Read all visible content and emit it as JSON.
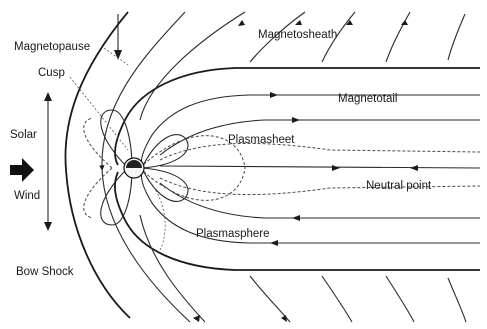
{
  "labels": {
    "magnetosheath": "Magnetosheath",
    "magnetopause": "Magnetopause",
    "cusp": "Cusp",
    "magnetotail": "Magnetotail",
    "solar": "Solar",
    "wind": "Wind",
    "plasmasheet": "Plasmasheet",
    "neutral_point": "Neutral point",
    "plasmasphere": "Plasmasphere",
    "bow_shock": "Bow Shock"
  }
}
